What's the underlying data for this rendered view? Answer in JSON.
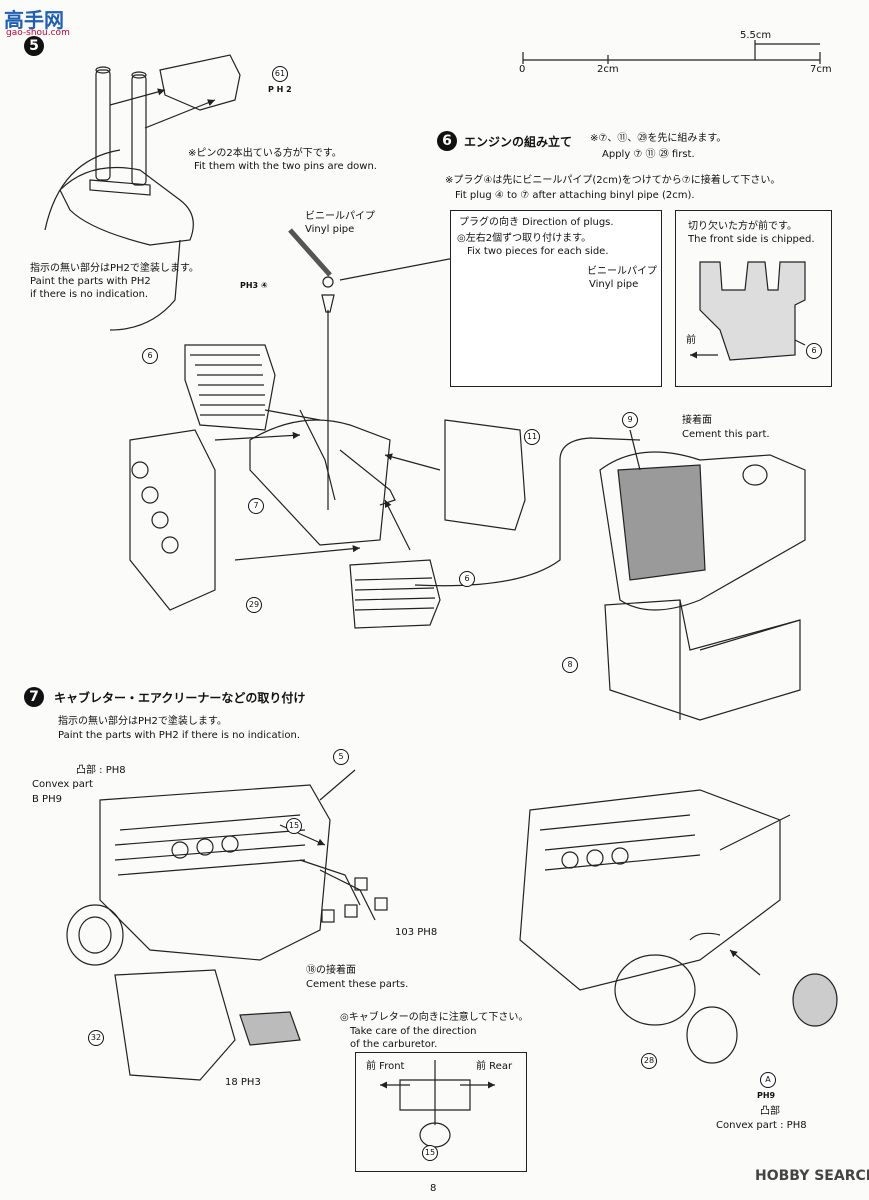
{
  "header": {
    "logo_text": "高手网",
    "logo_url": "gao-shou.com"
  },
  "scale": {
    "label_top": "5.5cm",
    "label_0": "0",
    "label_2": "2cm",
    "label_7": "7cm"
  },
  "step5": {
    "num": "5",
    "part61": "61",
    "ph2": "P H 2",
    "note_jp": "※ピンの2本出ている方が下です。",
    "note_en": "Fit them with the two pins are down."
  },
  "step6": {
    "num": "6",
    "title_jp": "エンジンの組み立て",
    "pre_jp": "※⑦、⑪、㉙を先に組みます。",
    "pre_en": "Apply ⑦ ⑪ ㉙ first.",
    "plug_jp": "※プラグ④は先にビニールパイプ(2cm)をつけてから⑦に接着して下さい。",
    "plug_en": "Fit plug ④ to ⑦ after attaching binyl pipe (2cm).",
    "vinyl_jp": "ビニールパイプ",
    "vinyl_en": "Vinyl pipe",
    "paint_jp": "指示の無い部分はPH2で塗装します。",
    "paint_en1": "Paint the parts with PH2",
    "paint_en2": "if there is no indication.",
    "ph3_4": "PH3 ④",
    "box1_title": "プラグの向き Direction of plugs.",
    "box1_jp": "◎左右2個ずつ取り付けます。",
    "box1_en": "Fix two pieces for each side.",
    "box1_vinyl_jp": "ビニールパイプ",
    "box1_vinyl_en": "Vinyl pipe",
    "box2_jp": "切り欠いた方が前です。",
    "box2_en": "The front side is chipped.",
    "box2_front": "前",
    "box2_part": "6",
    "parts": {
      "p6a": "6",
      "p7": "7",
      "p11": "11",
      "p29": "29",
      "p6b": "6",
      "p9": "9",
      "p8": "8"
    },
    "cement_jp": "接着面",
    "cement_en": "Cement this part."
  },
  "step7": {
    "num": "7",
    "title_jp": "キャブレター・エアクリーナーなどの取り付け",
    "paint_jp": "指示の無い部分はPH2で塗装します。",
    "paint_en": "Paint the parts with PH2 if there is no indication.",
    "convex_jp": "凸部 : PH8",
    "convex_en": "Convex part",
    "b_ph9": "B PH9",
    "p5": "5",
    "p15": "15",
    "p103": "103 PH8",
    "p18_jp": "⑱の接着面",
    "p18_en": "Cement these parts.",
    "p32": "32",
    "p18_ph3": "18 PH3",
    "carb_jp": "◎キャブレターの向きに注意して下さい。",
    "carb_en1": "Take care of the direction",
    "carb_en2": "of the carburetor.",
    "front": "前 Front",
    "rear": "前 Rear",
    "p15b": "15",
    "p28": "28",
    "a_label": "A",
    "a_ph9": "PH9",
    "convex2_jp": "凸部",
    "convex2_en": "Convex part : PH8"
  },
  "footer": {
    "page": "8",
    "watermark": "HOBBY SEARCH"
  }
}
